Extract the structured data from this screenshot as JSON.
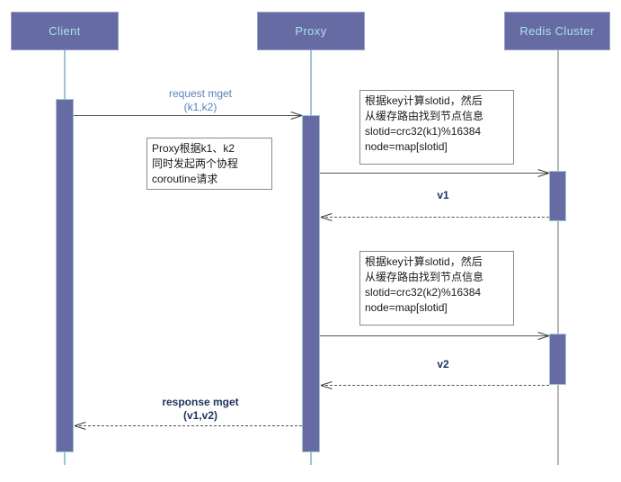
{
  "diagram": {
    "title": "Redis Cluster proxy mget sequence diagram",
    "type": "sequence-diagram",
    "colors": {
      "participant_fill": "#676ba3",
      "participant_text": "#a9e2ec",
      "lifeline": "#9fc6cf",
      "activation_fill": "#676ba3",
      "message_line": "#565656",
      "label_blue": "#5b7fbe",
      "label_navy": "#20355e",
      "note_border": "#8a8a8a",
      "note_background": "#ffffff",
      "canvas_background": "#ffffff"
    }
  },
  "participants": [
    {
      "id": "client",
      "label": "Client"
    },
    {
      "id": "proxy",
      "label": "Proxy"
    },
    {
      "id": "redis",
      "label": "Redis Cluster"
    }
  ],
  "messages": [
    {
      "id": "m1",
      "from": "client",
      "to": "proxy",
      "style": "solid",
      "label_line1": "request mget",
      "label_line2": "(k1,k2)"
    },
    {
      "id": "m2",
      "from": "proxy",
      "to": "redis",
      "style": "solid",
      "label_line1": "",
      "label_line2": ""
    },
    {
      "id": "m3",
      "from": "redis",
      "to": "proxy",
      "style": "dashed",
      "label_line1": "v1",
      "label_line2": ""
    },
    {
      "id": "m4",
      "from": "proxy",
      "to": "redis",
      "style": "solid",
      "label_line1": "",
      "label_line2": ""
    },
    {
      "id": "m5",
      "from": "redis",
      "to": "proxy",
      "style": "dashed",
      "label_line1": "v2",
      "label_line2": ""
    },
    {
      "id": "m6",
      "from": "proxy",
      "to": "client",
      "style": "dashed",
      "label_line1": "response mget",
      "label_line2": "(v1,v2)"
    }
  ],
  "notes": {
    "note_slot_k1": {
      "line1": "根据key计算slotid，然后",
      "line2": "从缓存路由找到节点信息",
      "line3": "slotid=crc32(k1)%16384",
      "line4": "node=map[slotid]"
    },
    "note_proxy_coroutine": {
      "line1": "Proxy根据k1、k2",
      "line2": "同时发起两个协程",
      "line3": "coroutine请求"
    },
    "note_slot_k2": {
      "line1": "根据key计算slotid，然后",
      "line2": "从缓存路由找到节点信息",
      "line3": "slotid=crc32(k2)%16384",
      "line4": "node=map[slotid]"
    }
  }
}
